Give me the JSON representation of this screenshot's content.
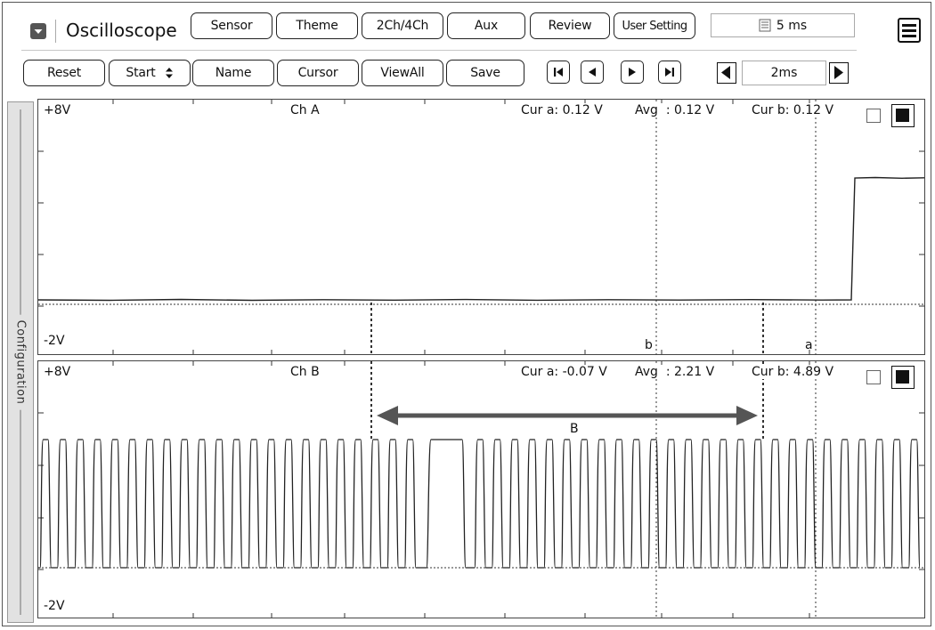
{
  "app": {
    "title": "Oscilloscope"
  },
  "toolbar_top": {
    "buttons": [
      "Sensor",
      "Theme",
      "2Ch/4Ch",
      "Aux",
      "Review",
      "User Setting"
    ],
    "time_display": "5 ms"
  },
  "toolbar_bottom": {
    "buttons": [
      "Reset",
      "Start",
      "Name",
      "Cursor",
      "ViewAll",
      "Save"
    ],
    "time_div": "2ms"
  },
  "sidebar": {
    "label": "Configuration"
  },
  "channels": [
    {
      "top_label": "+8V",
      "bottom_label": "-2V",
      "name": "Ch A",
      "cur_a": "Cur a: 0.12 V",
      "avg": "Avg  : 0.12 V",
      "cur_b": "Cur b: 0.12 V"
    },
    {
      "top_label": "+8V",
      "bottom_label": "-2V",
      "name": "Ch B",
      "cur_a": "Cur a: -0.07 V",
      "avg": "Avg  : 2.21 V",
      "cur_b": "Cur b: 4.89 V"
    }
  ],
  "cursors": {
    "b_label": "b",
    "a_label": "a"
  },
  "annotation": {
    "label": "B"
  }
}
